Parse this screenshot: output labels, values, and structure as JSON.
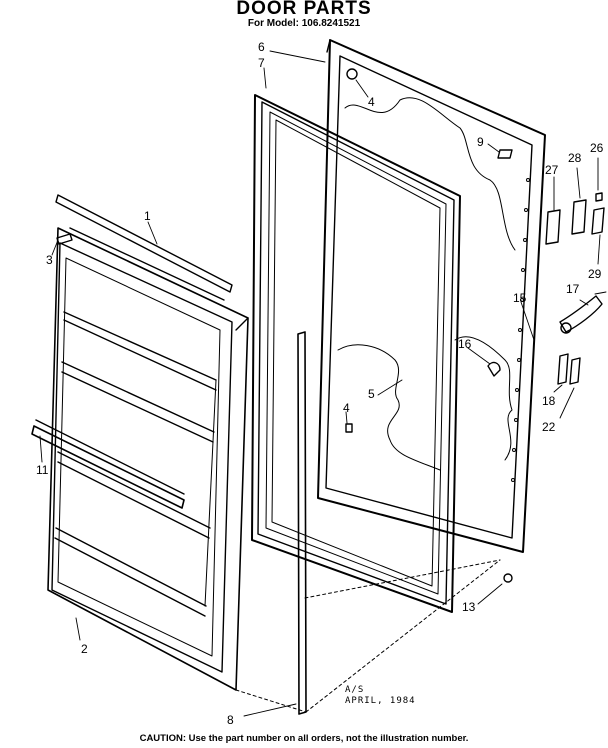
{
  "header": {
    "title": "DOOR PARTS",
    "model_line": "For Model: 106.8241521"
  },
  "parts": [
    {
      "id": "part-1",
      "label": "1"
    },
    {
      "id": "part-2",
      "label": "2"
    },
    {
      "id": "part-3",
      "label": "3"
    },
    {
      "id": "part-4a",
      "label": "4"
    },
    {
      "id": "part-4b",
      "label": "4"
    },
    {
      "id": "part-5",
      "label": "5"
    },
    {
      "id": "part-6",
      "label": "6"
    },
    {
      "id": "part-7",
      "label": "7"
    },
    {
      "id": "part-8",
      "label": "8"
    },
    {
      "id": "part-9",
      "label": "9"
    },
    {
      "id": "part-11",
      "label": "11"
    },
    {
      "id": "part-13",
      "label": "13"
    },
    {
      "id": "part-15",
      "label": "15"
    },
    {
      "id": "part-16",
      "label": "16"
    },
    {
      "id": "part-17",
      "label": "17"
    },
    {
      "id": "part-18",
      "label": "18"
    },
    {
      "id": "part-22",
      "label": "22"
    },
    {
      "id": "part-26",
      "label": "26"
    },
    {
      "id": "part-27",
      "label": "27"
    },
    {
      "id": "part-28",
      "label": "28"
    },
    {
      "id": "part-29",
      "label": "29"
    }
  ],
  "stamp": {
    "line1": "A/S",
    "line2": "APRIL, 1984"
  },
  "footer": {
    "caution": "CAUTION: Use the part number on all orders, not the illustration number."
  }
}
